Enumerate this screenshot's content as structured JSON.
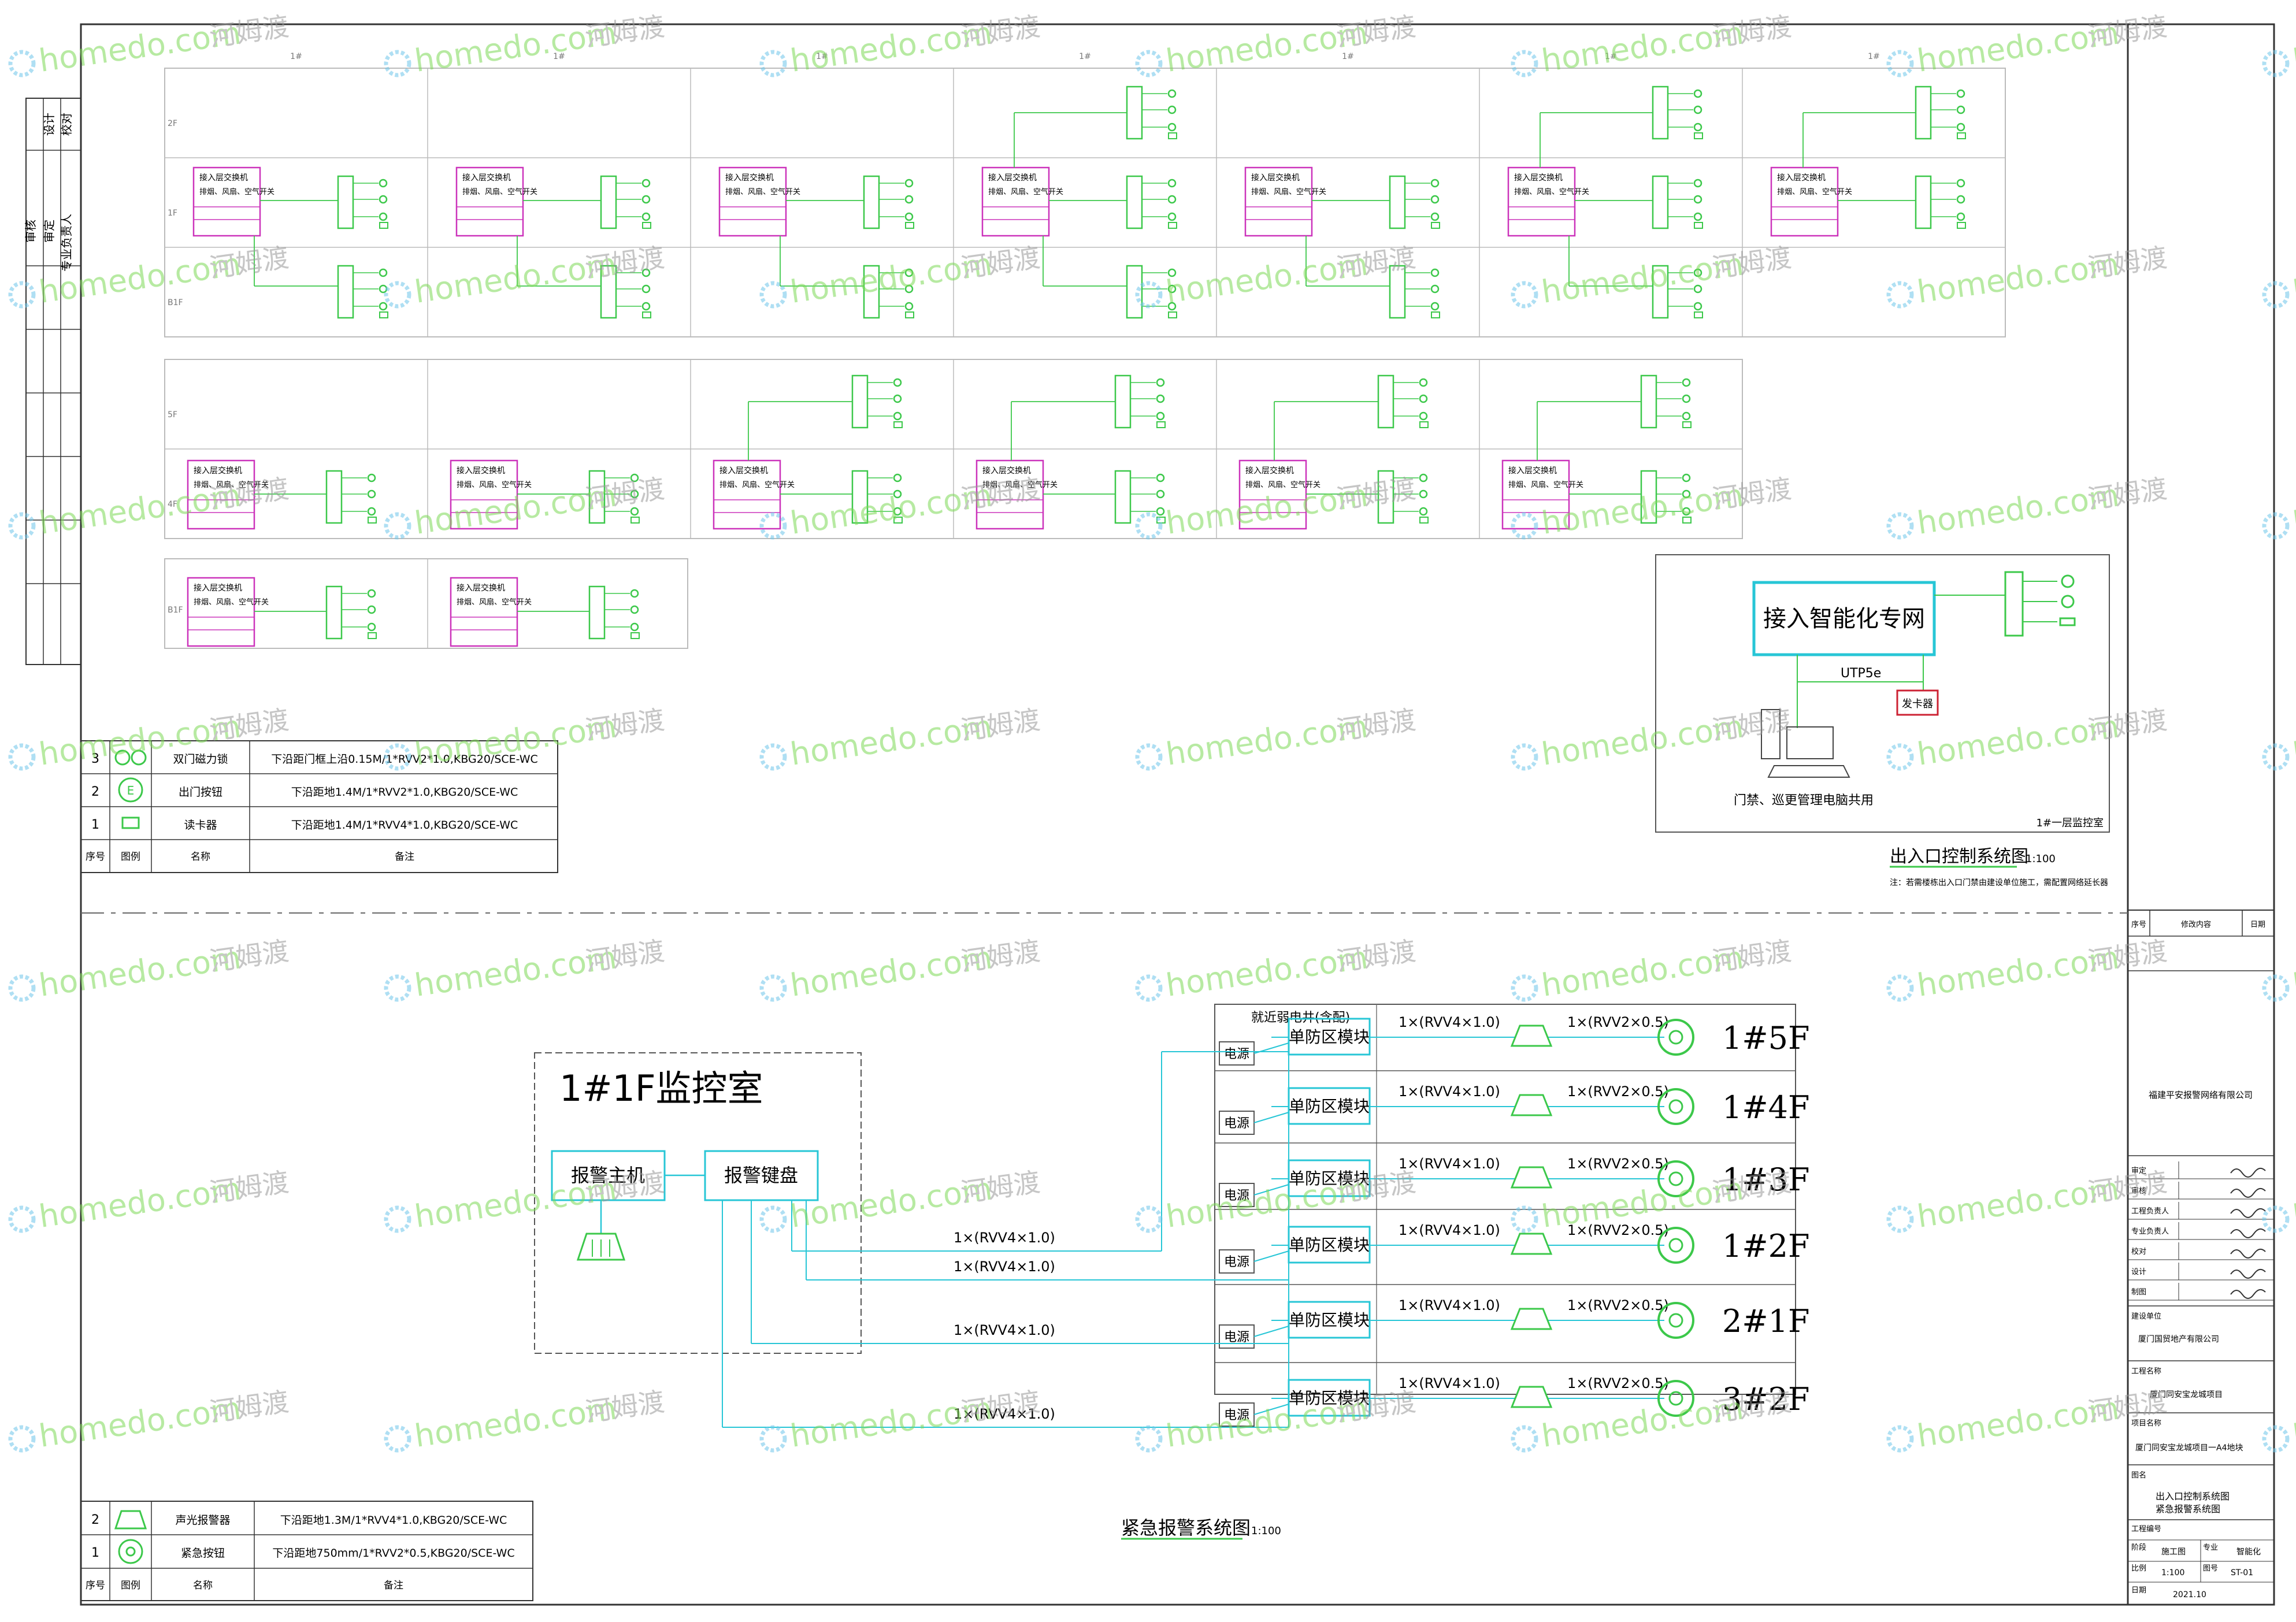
{
  "watermark": {
    "brand": "homedo.com",
    "cn": "河姆渡"
  },
  "access_plan": {
    "grid_top_labels": [
      "1#",
      "1#",
      "1#",
      "1#",
      "1#",
      "1#",
      "1#"
    ],
    "row_labels": [
      "2F",
      "1F",
      "B1F",
      "5F",
      "4F",
      "B1F"
    ],
    "cabinet_title": "接入层交换机",
    "cabinet_subtitle": "排烟、风扇、空气开关"
  },
  "legend_top": {
    "header": [
      "序号",
      "图例",
      "名称",
      "备注"
    ],
    "rows": [
      {
        "no": "3",
        "name": "双门磁力锁",
        "note": "下沿距门框上沿0.15M/1*RVV2*1.0,KBG20/SCE-WC"
      },
      {
        "no": "2",
        "name": "出门按钮",
        "note": "下沿距地1.4M/1*RVV2*1.0,KBG20/SCE-WC"
      },
      {
        "no": "1",
        "name": "读卡器",
        "note": "下沿距地1.4M/1*RVV4*1.0,KBG20/SCE-WC"
      }
    ]
  },
  "access_system": {
    "network_box": "接入智能化专网",
    "cable": "UTP5e",
    "alarm": "发卡器",
    "pc_label": "门禁、巡更管理电脑共用",
    "room": "1#一层监控室",
    "title": "出入口控制系统图",
    "scale": "1:100",
    "note": "注：若需楼栋出入口门禁由建设单位施工，需配置网络延长器"
  },
  "alarm_system": {
    "room_title": "1#1F监控室",
    "host": "报警主机",
    "keyboard": "报警键盘",
    "riser_title": "就近弱电井(含配)",
    "power": "电源",
    "module": "单防区模块",
    "cable_main": "1×(RVV4×1.0)",
    "cable_branch": "1×(RVV4×1.0)",
    "cable_button": "1×(RVV2×0.5)",
    "floors": [
      "1#5F",
      "1#4F",
      "1#3F",
      "1#2F",
      "2#1F",
      "3#2F"
    ],
    "title": "紧急报警系统图",
    "scale": "1:100"
  },
  "legend_bottom": {
    "header": [
      "序号",
      "图例",
      "名称",
      "备注"
    ],
    "rows": [
      {
        "no": "2",
        "name": "声光报警器",
        "note": "下沿距地1.3M/1*RVV4*1.0,KBG20/SCE-WC"
      },
      {
        "no": "1",
        "name": "紧急按钮",
        "note": "下沿距地750mm/1*RVV2*0.5,KBG20/SCE-WC"
      }
    ]
  },
  "left_strip": [
    "设计",
    "校对",
    "审核",
    "审定",
    "专业负责人"
  ],
  "title_block": {
    "revision_header": [
      "序号",
      "修改内容",
      "日期"
    ],
    "company": "福建平安报警网络有限公司",
    "signatures": [
      "审定",
      "审核",
      "工程负责人",
      "专业负责人",
      "校对",
      "设计",
      "制图"
    ],
    "client_label": "建设单位",
    "client": "厦门国贸地产有限公司",
    "project_label": "工程名称",
    "project": "厦门同安宝龙城项目",
    "item_label": "项目名称",
    "item": "厦门同安宝龙城项目一A4地块",
    "drawing_title_label": "图名",
    "drawing_title_1": "出入口控制系统图",
    "drawing_title_2": "紧急报警系统图",
    "job_label": "工程编号",
    "stage_label": "阶段",
    "stage": "施工图",
    "discipline_label": "专业",
    "discipline": "智能化",
    "scale_label": "比例",
    "scale": "1:100",
    "drawing_no_label": "图号",
    "drawing_no": "ST-01",
    "date_label": "日期",
    "date": "2021.10"
  }
}
